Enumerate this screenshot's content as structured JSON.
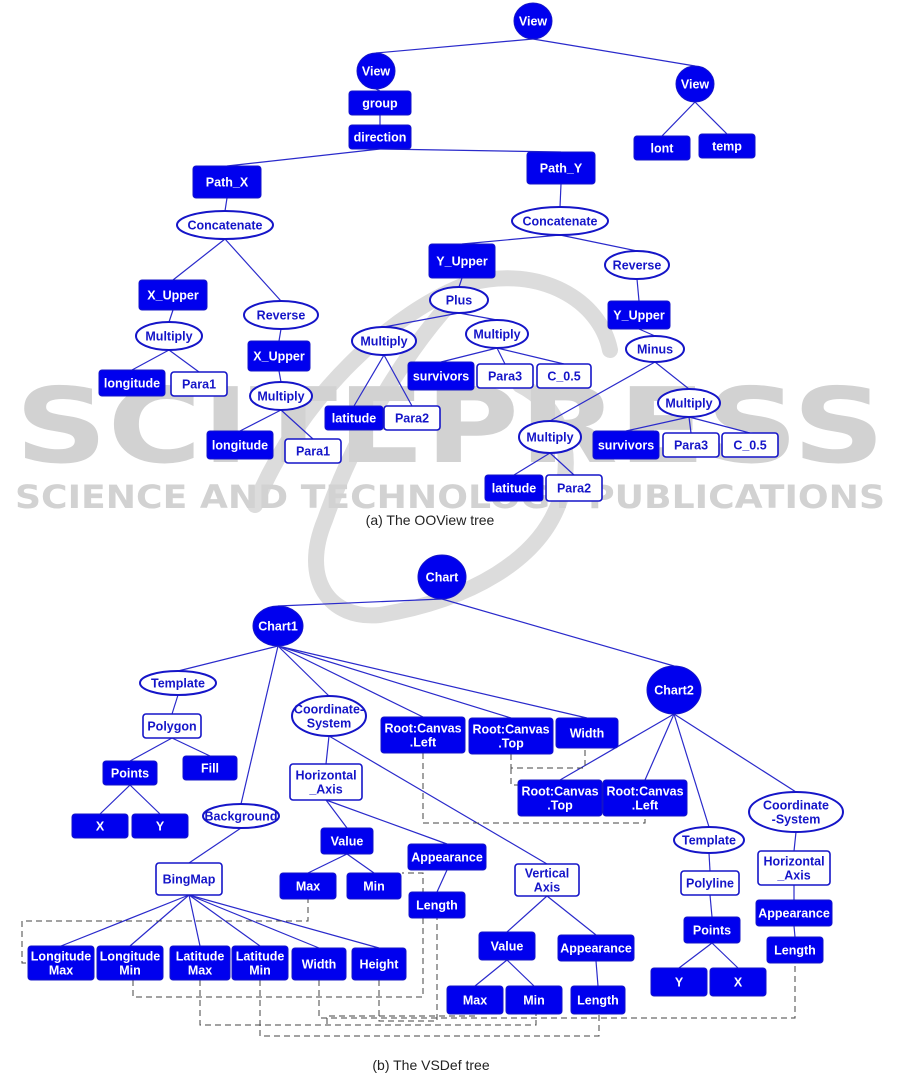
{
  "captions": {
    "a": "(a) The OOView tree",
    "b": "(b) The VSDef tree"
  },
  "watermark": {
    "line1": "SCITEPRESS",
    "line2": "SCIENCE AND TECHNOLOGY PUBLICATIONS"
  },
  "colors": {
    "node_fill": "#0000ee",
    "node_border": "#1515c8",
    "node_text_on_fill": "#ffffff",
    "node_text_outline": "#1515c8",
    "edge": "#2a2acb",
    "dashed_link": "#444444",
    "watermark": "#d2d2d2"
  },
  "trees": [
    {
      "id": "ooview",
      "nodes": [
        {
          "id": "view_root",
          "label": [
            "View"
          ],
          "type": "circle"
        },
        {
          "id": "view_l",
          "label": [
            "View"
          ],
          "type": "circle"
        },
        {
          "id": "view_r",
          "label": [
            "View"
          ],
          "type": "circle"
        },
        {
          "id": "group",
          "label": [
            "group"
          ],
          "type": "rect"
        },
        {
          "id": "direction",
          "label": [
            "direction"
          ],
          "type": "rect"
        },
        {
          "id": "lont",
          "label": [
            "lont"
          ],
          "type": "rect"
        },
        {
          "id": "temp",
          "label": [
            "temp"
          ],
          "type": "rect"
        },
        {
          "id": "path_x",
          "label": [
            "Path_X"
          ],
          "type": "rect"
        },
        {
          "id": "path_y",
          "label": [
            "Path_Y"
          ],
          "type": "rect"
        },
        {
          "id": "concat_x",
          "label": [
            "Concatenate"
          ],
          "type": "ellipse"
        },
        {
          "id": "concat_y",
          "label": [
            "Concatenate"
          ],
          "type": "ellipse"
        },
        {
          "id": "x_upper1",
          "label": [
            "X_Upper"
          ],
          "type": "rect"
        },
        {
          "id": "mult_x1",
          "label": [
            "Multiply"
          ],
          "type": "ellipse"
        },
        {
          "id": "longitude1",
          "label": [
            "longitude"
          ],
          "type": "rect"
        },
        {
          "id": "para1_a",
          "label": [
            "Para1"
          ],
          "type": "outline"
        },
        {
          "id": "reverse_x",
          "label": [
            "Reverse"
          ],
          "type": "ellipse"
        },
        {
          "id": "x_upper2",
          "label": [
            "X_Upper"
          ],
          "type": "rect"
        },
        {
          "id": "mult_x2",
          "label": [
            "Multiply"
          ],
          "type": "ellipse"
        },
        {
          "id": "longitude2",
          "label": [
            "longitude"
          ],
          "type": "rect"
        },
        {
          "id": "para1_b",
          "label": [
            "Para1"
          ],
          "type": "outline"
        },
        {
          "id": "y_upper1",
          "label": [
            "Y_Upper"
          ],
          "type": "rect"
        },
        {
          "id": "plus",
          "label": [
            "Plus"
          ],
          "type": "ellipse"
        },
        {
          "id": "mult_y1",
          "label": [
            "Multiply"
          ],
          "type": "ellipse"
        },
        {
          "id": "latitude1",
          "label": [
            "latitude"
          ],
          "type": "rect"
        },
        {
          "id": "para2_a",
          "label": [
            "Para2"
          ],
          "type": "outline"
        },
        {
          "id": "mult_y2",
          "label": [
            "Multiply"
          ],
          "type": "ellipse"
        },
        {
          "id": "survivors1",
          "label": [
            "survivors"
          ],
          "type": "rect"
        },
        {
          "id": "para3_a",
          "label": [
            "Para3"
          ],
          "type": "outline"
        },
        {
          "id": "c05_a",
          "label": [
            "C_0.5"
          ],
          "type": "outline"
        },
        {
          "id": "reverse_y",
          "label": [
            "Reverse"
          ],
          "type": "ellipse"
        },
        {
          "id": "y_upper2",
          "label": [
            "Y_Upper"
          ],
          "type": "rect"
        },
        {
          "id": "minus",
          "label": [
            "Minus"
          ],
          "type": "ellipse"
        },
        {
          "id": "mult_y3",
          "label": [
            "Multiply"
          ],
          "type": "ellipse"
        },
        {
          "id": "survivors2",
          "label": [
            "survivors"
          ],
          "type": "rect"
        },
        {
          "id": "para3_b",
          "label": [
            "Para3"
          ],
          "type": "outline"
        },
        {
          "id": "c05_b",
          "label": [
            "C_0.5"
          ],
          "type": "outline"
        },
        {
          "id": "mult_y4",
          "label": [
            "Multiply"
          ],
          "type": "ellipse"
        },
        {
          "id": "latitude2",
          "label": [
            "latitude"
          ],
          "type": "rect"
        },
        {
          "id": "para2_b",
          "label": [
            "Para2"
          ],
          "type": "outline"
        }
      ],
      "edges": [
        [
          "view_root",
          "view_l"
        ],
        [
          "view_root",
          "view_r"
        ],
        [
          "view_l",
          "group"
        ],
        [
          "group",
          "direction"
        ],
        [
          "view_r",
          "lont"
        ],
        [
          "view_r",
          "temp"
        ],
        [
          "direction",
          "path_x"
        ],
        [
          "direction",
          "path_y"
        ],
        [
          "path_x",
          "concat_x"
        ],
        [
          "concat_x",
          "x_upper1"
        ],
        [
          "concat_x",
          "reverse_x"
        ],
        [
          "x_upper1",
          "mult_x1"
        ],
        [
          "mult_x1",
          "longitude1"
        ],
        [
          "mult_x1",
          "para1_a"
        ],
        [
          "reverse_x",
          "x_upper2"
        ],
        [
          "x_upper2",
          "mult_x2"
        ],
        [
          "mult_x2",
          "longitude2"
        ],
        [
          "mult_x2",
          "para1_b"
        ],
        [
          "path_y",
          "concat_y"
        ],
        [
          "concat_y",
          "y_upper1"
        ],
        [
          "concat_y",
          "reverse_y"
        ],
        [
          "y_upper1",
          "plus"
        ],
        [
          "plus",
          "mult_y1"
        ],
        [
          "plus",
          "mult_y2"
        ],
        [
          "mult_y1",
          "latitude1"
        ],
        [
          "mult_y1",
          "para2_a"
        ],
        [
          "mult_y2",
          "survivors1"
        ],
        [
          "mult_y2",
          "para3_a"
        ],
        [
          "mult_y2",
          "c05_a"
        ],
        [
          "reverse_y",
          "y_upper2"
        ],
        [
          "y_upper2",
          "minus"
        ],
        [
          "minus",
          "mult_y3"
        ],
        [
          "minus",
          "mult_y4"
        ],
        [
          "mult_y3",
          "survivors2"
        ],
        [
          "mult_y3",
          "para3_b"
        ],
        [
          "mult_y3",
          "c05_b"
        ],
        [
          "mult_y4",
          "latitude2"
        ],
        [
          "mult_y4",
          "para2_b"
        ]
      ]
    },
    {
      "id": "vsdef",
      "nodes": [
        {
          "id": "chart",
          "label": [
            "Chart"
          ],
          "type": "circle"
        },
        {
          "id": "chart1",
          "label": [
            "Chart1"
          ],
          "type": "circle"
        },
        {
          "id": "chart2",
          "label": [
            "Chart2"
          ],
          "type": "circle"
        },
        {
          "id": "template1",
          "label": [
            "Template"
          ],
          "type": "ellipse"
        },
        {
          "id": "polygon",
          "label": [
            "Polygon"
          ],
          "type": "outline"
        },
        {
          "id": "points1",
          "label": [
            "Points"
          ],
          "type": "rect"
        },
        {
          "id": "fill",
          "label": [
            "Fill"
          ],
          "type": "rect"
        },
        {
          "id": "x1",
          "label": [
            "X"
          ],
          "type": "rect"
        },
        {
          "id": "y1",
          "label": [
            "Y"
          ],
          "type": "rect"
        },
        {
          "id": "background",
          "label": [
            "Background"
          ],
          "type": "ellipse"
        },
        {
          "id": "bingmap",
          "label": [
            "BingMap"
          ],
          "type": "outline"
        },
        {
          "id": "lonmax",
          "label": [
            "Longitude",
            "Max"
          ],
          "type": "rect"
        },
        {
          "id": "lonmin",
          "label": [
            "Longitude",
            "Min"
          ],
          "type": "rect"
        },
        {
          "id": "latmax",
          "label": [
            "Latitude",
            "Max"
          ],
          "type": "rect"
        },
        {
          "id": "latmin",
          "label": [
            "Latitude",
            "Min"
          ],
          "type": "rect"
        },
        {
          "id": "width_b",
          "label": [
            "Width"
          ],
          "type": "rect"
        },
        {
          "id": "height_b",
          "label": [
            "Height"
          ],
          "type": "rect"
        },
        {
          "id": "coord1",
          "label": [
            "Coordinate-",
            "System"
          ],
          "type": "ellipse"
        },
        {
          "id": "haxis1",
          "label": [
            "Horizontal",
            "_Axis"
          ],
          "type": "outline"
        },
        {
          "id": "value_h",
          "label": [
            "Value"
          ],
          "type": "rect"
        },
        {
          "id": "max_h",
          "label": [
            "Max"
          ],
          "type": "rect"
        },
        {
          "id": "min_h",
          "label": [
            "Min"
          ],
          "type": "rect"
        },
        {
          "id": "appear_h",
          "label": [
            "Appearance"
          ],
          "type": "rect"
        },
        {
          "id": "length_h",
          "label": [
            "Length"
          ],
          "type": "rect"
        },
        {
          "id": "vaxis",
          "label": [
            "Vertical",
            "Axis"
          ],
          "type": "outline"
        },
        {
          "id": "value_v",
          "label": [
            "Value"
          ],
          "type": "rect"
        },
        {
          "id": "appear_v",
          "label": [
            "Appearance"
          ],
          "type": "rect"
        },
        {
          "id": "max_v",
          "label": [
            "Max"
          ],
          "type": "rect"
        },
        {
          "id": "min_v",
          "label": [
            "Min"
          ],
          "type": "rect"
        },
        {
          "id": "length_v",
          "label": [
            "Length"
          ],
          "type": "rect"
        },
        {
          "id": "rc_left1",
          "label": [
            "Root:Canvas",
            ".Left"
          ],
          "type": "rect"
        },
        {
          "id": "rc_top1",
          "label": [
            "Root:Canvas",
            ".Top"
          ],
          "type": "rect"
        },
        {
          "id": "width_c1",
          "label": [
            "Width"
          ],
          "type": "rect"
        },
        {
          "id": "rc_top2",
          "label": [
            "Root:Canvas",
            ".Top"
          ],
          "type": "rect"
        },
        {
          "id": "rc_left2",
          "label": [
            "Root:Canvas",
            ".Left"
          ],
          "type": "rect"
        },
        {
          "id": "template2",
          "label": [
            "Template"
          ],
          "type": "ellipse"
        },
        {
          "id": "polyline",
          "label": [
            "Polyline"
          ],
          "type": "outline"
        },
        {
          "id": "points2",
          "label": [
            "Points"
          ],
          "type": "rect"
        },
        {
          "id": "y2",
          "label": [
            "Y"
          ],
          "type": "rect"
        },
        {
          "id": "x2",
          "label": [
            "X"
          ],
          "type": "rect"
        },
        {
          "id": "coord2",
          "label": [
            "Coordinate",
            "-System"
          ],
          "type": "ellipse"
        },
        {
          "id": "haxis2",
          "label": [
            "Horizontal",
            "_Axis"
          ],
          "type": "outline"
        },
        {
          "id": "appear2",
          "label": [
            "Appearance"
          ],
          "type": "rect"
        },
        {
          "id": "length2",
          "label": [
            "Length"
          ],
          "type": "rect"
        }
      ],
      "edges": [
        [
          "chart",
          "chart1"
        ],
        [
          "chart",
          "chart2"
        ],
        [
          "chart1",
          "template1"
        ],
        [
          "template1",
          "polygon"
        ],
        [
          "polygon",
          "points1"
        ],
        [
          "polygon",
          "fill"
        ],
        [
          "points1",
          "x1"
        ],
        [
          "points1",
          "y1"
        ],
        [
          "chart1",
          "background"
        ],
        [
          "background",
          "bingmap"
        ],
        [
          "bingmap",
          "lonmax"
        ],
        [
          "bingmap",
          "lonmin"
        ],
        [
          "bingmap",
          "latmax"
        ],
        [
          "bingmap",
          "latmin"
        ],
        [
          "bingmap",
          "width_b"
        ],
        [
          "bingmap",
          "height_b"
        ],
        [
          "chart1",
          "coord1"
        ],
        [
          "coord1",
          "haxis1"
        ],
        [
          "coord1",
          "vaxis"
        ],
        [
          "haxis1",
          "value_h"
        ],
        [
          "haxis1",
          "appear_h"
        ],
        [
          "value_h",
          "max_h"
        ],
        [
          "value_h",
          "min_h"
        ],
        [
          "appear_h",
          "length_h"
        ],
        [
          "vaxis",
          "value_v"
        ],
        [
          "vaxis",
          "appear_v"
        ],
        [
          "value_v",
          "max_v"
        ],
        [
          "value_v",
          "min_v"
        ],
        [
          "appear_v",
          "length_v"
        ],
        [
          "chart1",
          "rc_left1"
        ],
        [
          "chart1",
          "rc_top1"
        ],
        [
          "chart1",
          "width_c1"
        ],
        [
          "chart2",
          "rc_top2"
        ],
        [
          "chart2",
          "rc_left2"
        ],
        [
          "chart2",
          "template2"
        ],
        [
          "chart2",
          "coord2"
        ],
        [
          "template2",
          "polyline"
        ],
        [
          "polyline",
          "points2"
        ],
        [
          "points2",
          "y2"
        ],
        [
          "points2",
          "x2"
        ],
        [
          "coord2",
          "haxis2"
        ],
        [
          "haxis2",
          "appear2"
        ],
        [
          "appear2",
          "length2"
        ]
      ]
    }
  ]
}
